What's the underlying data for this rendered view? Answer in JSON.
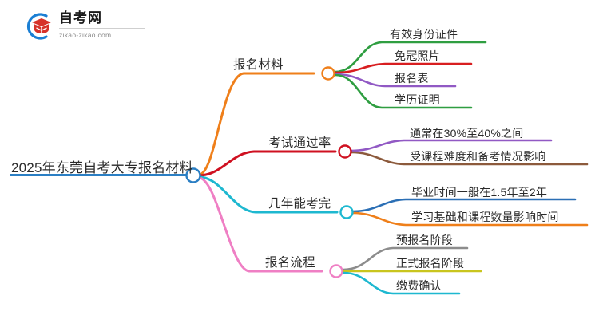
{
  "logo": {
    "name": "zikao-logo",
    "title": "自考网",
    "subtitle": "zikao-zikao.com",
    "mark_icon": "graduation-cap-icon",
    "arc_color": "#1b7fd4",
    "cap_color": "#d6322a"
  },
  "mindmap": {
    "root": {
      "label": "2025年东莞自考大专报名材料",
      "color": "#2b7fc4",
      "node_color": "#2b7fc4"
    },
    "branches": [
      {
        "label": "报名材料",
        "color": "#ef7f1a",
        "node_color": "#ef7f1a",
        "children": [
          {
            "label": "有效身份证件",
            "color": "#2f9e41"
          },
          {
            "label": "免冠照片",
            "color": "#d81e20"
          },
          {
            "label": "报名表",
            "color": "#9159c4"
          },
          {
            "label": "学历证明",
            "color": "#2f9e41"
          }
        ]
      },
      {
        "label": "考试通过率",
        "color": "#cf1020",
        "node_color": "#cf1020",
        "children": [
          {
            "label": "通常在30%至40%之间",
            "color": "#9159c4"
          },
          {
            "label": "受课程难度和备考情况影响",
            "color": "#8c5a3c"
          }
        ]
      },
      {
        "label": "几年能考完",
        "color": "#1eb8d0",
        "node_color": "#1eb8d0",
        "children": [
          {
            "label": "毕业时间一般在1.5年至2年",
            "color": "#2b6fb5"
          },
          {
            "label": "学习基础和课程数量影响时间",
            "color": "#ef7f1a"
          }
        ]
      },
      {
        "label": "报名流程",
        "color": "#ef7fc4",
        "node_color": "#ef7fc4",
        "children": [
          {
            "label": "预报名阶段",
            "color": "#8c8c8c"
          },
          {
            "label": "正式报名阶段",
            "color": "#c9c51e"
          },
          {
            "label": "缴费确认",
            "color": "#1eb8d0"
          }
        ]
      }
    ]
  }
}
